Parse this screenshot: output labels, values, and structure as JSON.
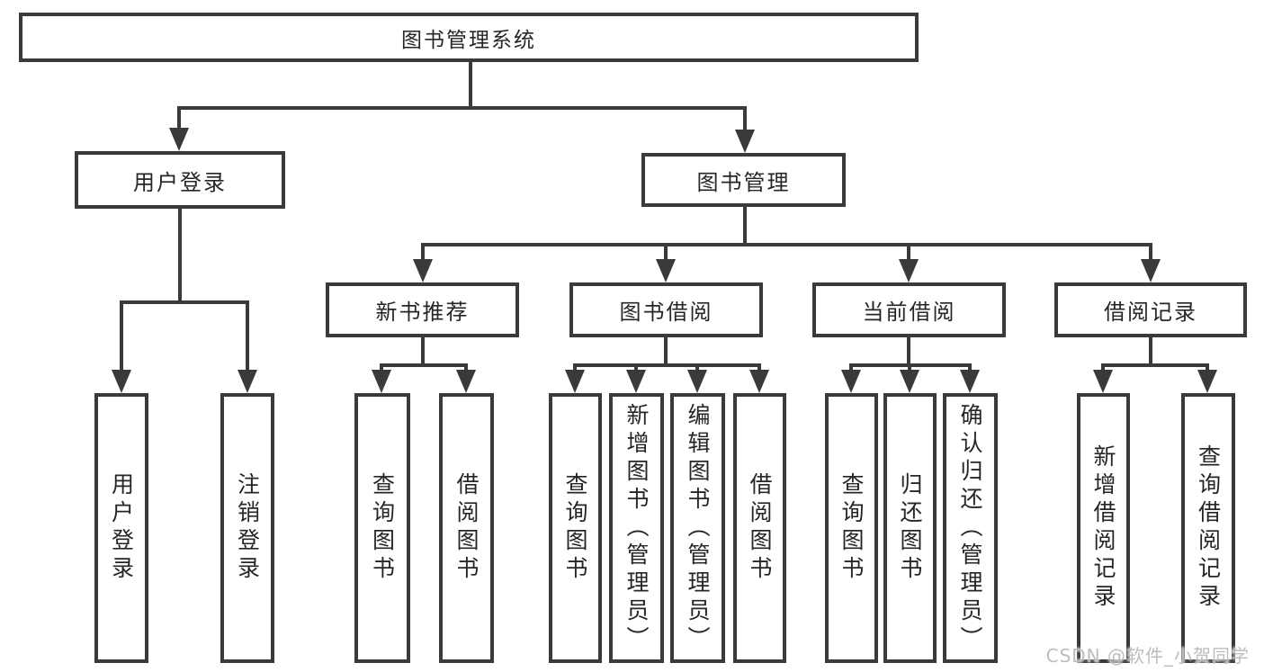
{
  "diagram": {
    "root": {
      "label": "图书管理系统"
    },
    "branches": [
      {
        "label": "用户登录",
        "children": [
          {
            "label": "用户登录"
          },
          {
            "label": "注销登录"
          }
        ]
      },
      {
        "label": "图书管理",
        "children": [
          {
            "label": "新书推荐",
            "children": [
              {
                "label": "查询图书"
              },
              {
                "label": "借阅图书"
              }
            ]
          },
          {
            "label": "图书借阅",
            "children": [
              {
                "label": "查询图书"
              },
              {
                "label": "新增图书（管理员）"
              },
              {
                "label": "编辑图书（管理员）"
              },
              {
                "label": "借阅图书"
              }
            ]
          },
          {
            "label": "当前借阅",
            "children": [
              {
                "label": "查询图书"
              },
              {
                "label": "归还图书"
              },
              {
                "label": "确认归还（管理员）"
              }
            ]
          },
          {
            "label": "借阅记录",
            "children": [
              {
                "label": "新增借阅记录"
              },
              {
                "label": "查询借阅记录"
              }
            ]
          }
        ]
      }
    ]
  },
  "watermark": {
    "text": "CSDN @软件_小贺同学"
  },
  "colors": {
    "line": "#3a3a3a",
    "box_border": "#3a3a3a",
    "text": "#262626",
    "background": "#ffffff",
    "watermark": "#b9b9b9"
  }
}
